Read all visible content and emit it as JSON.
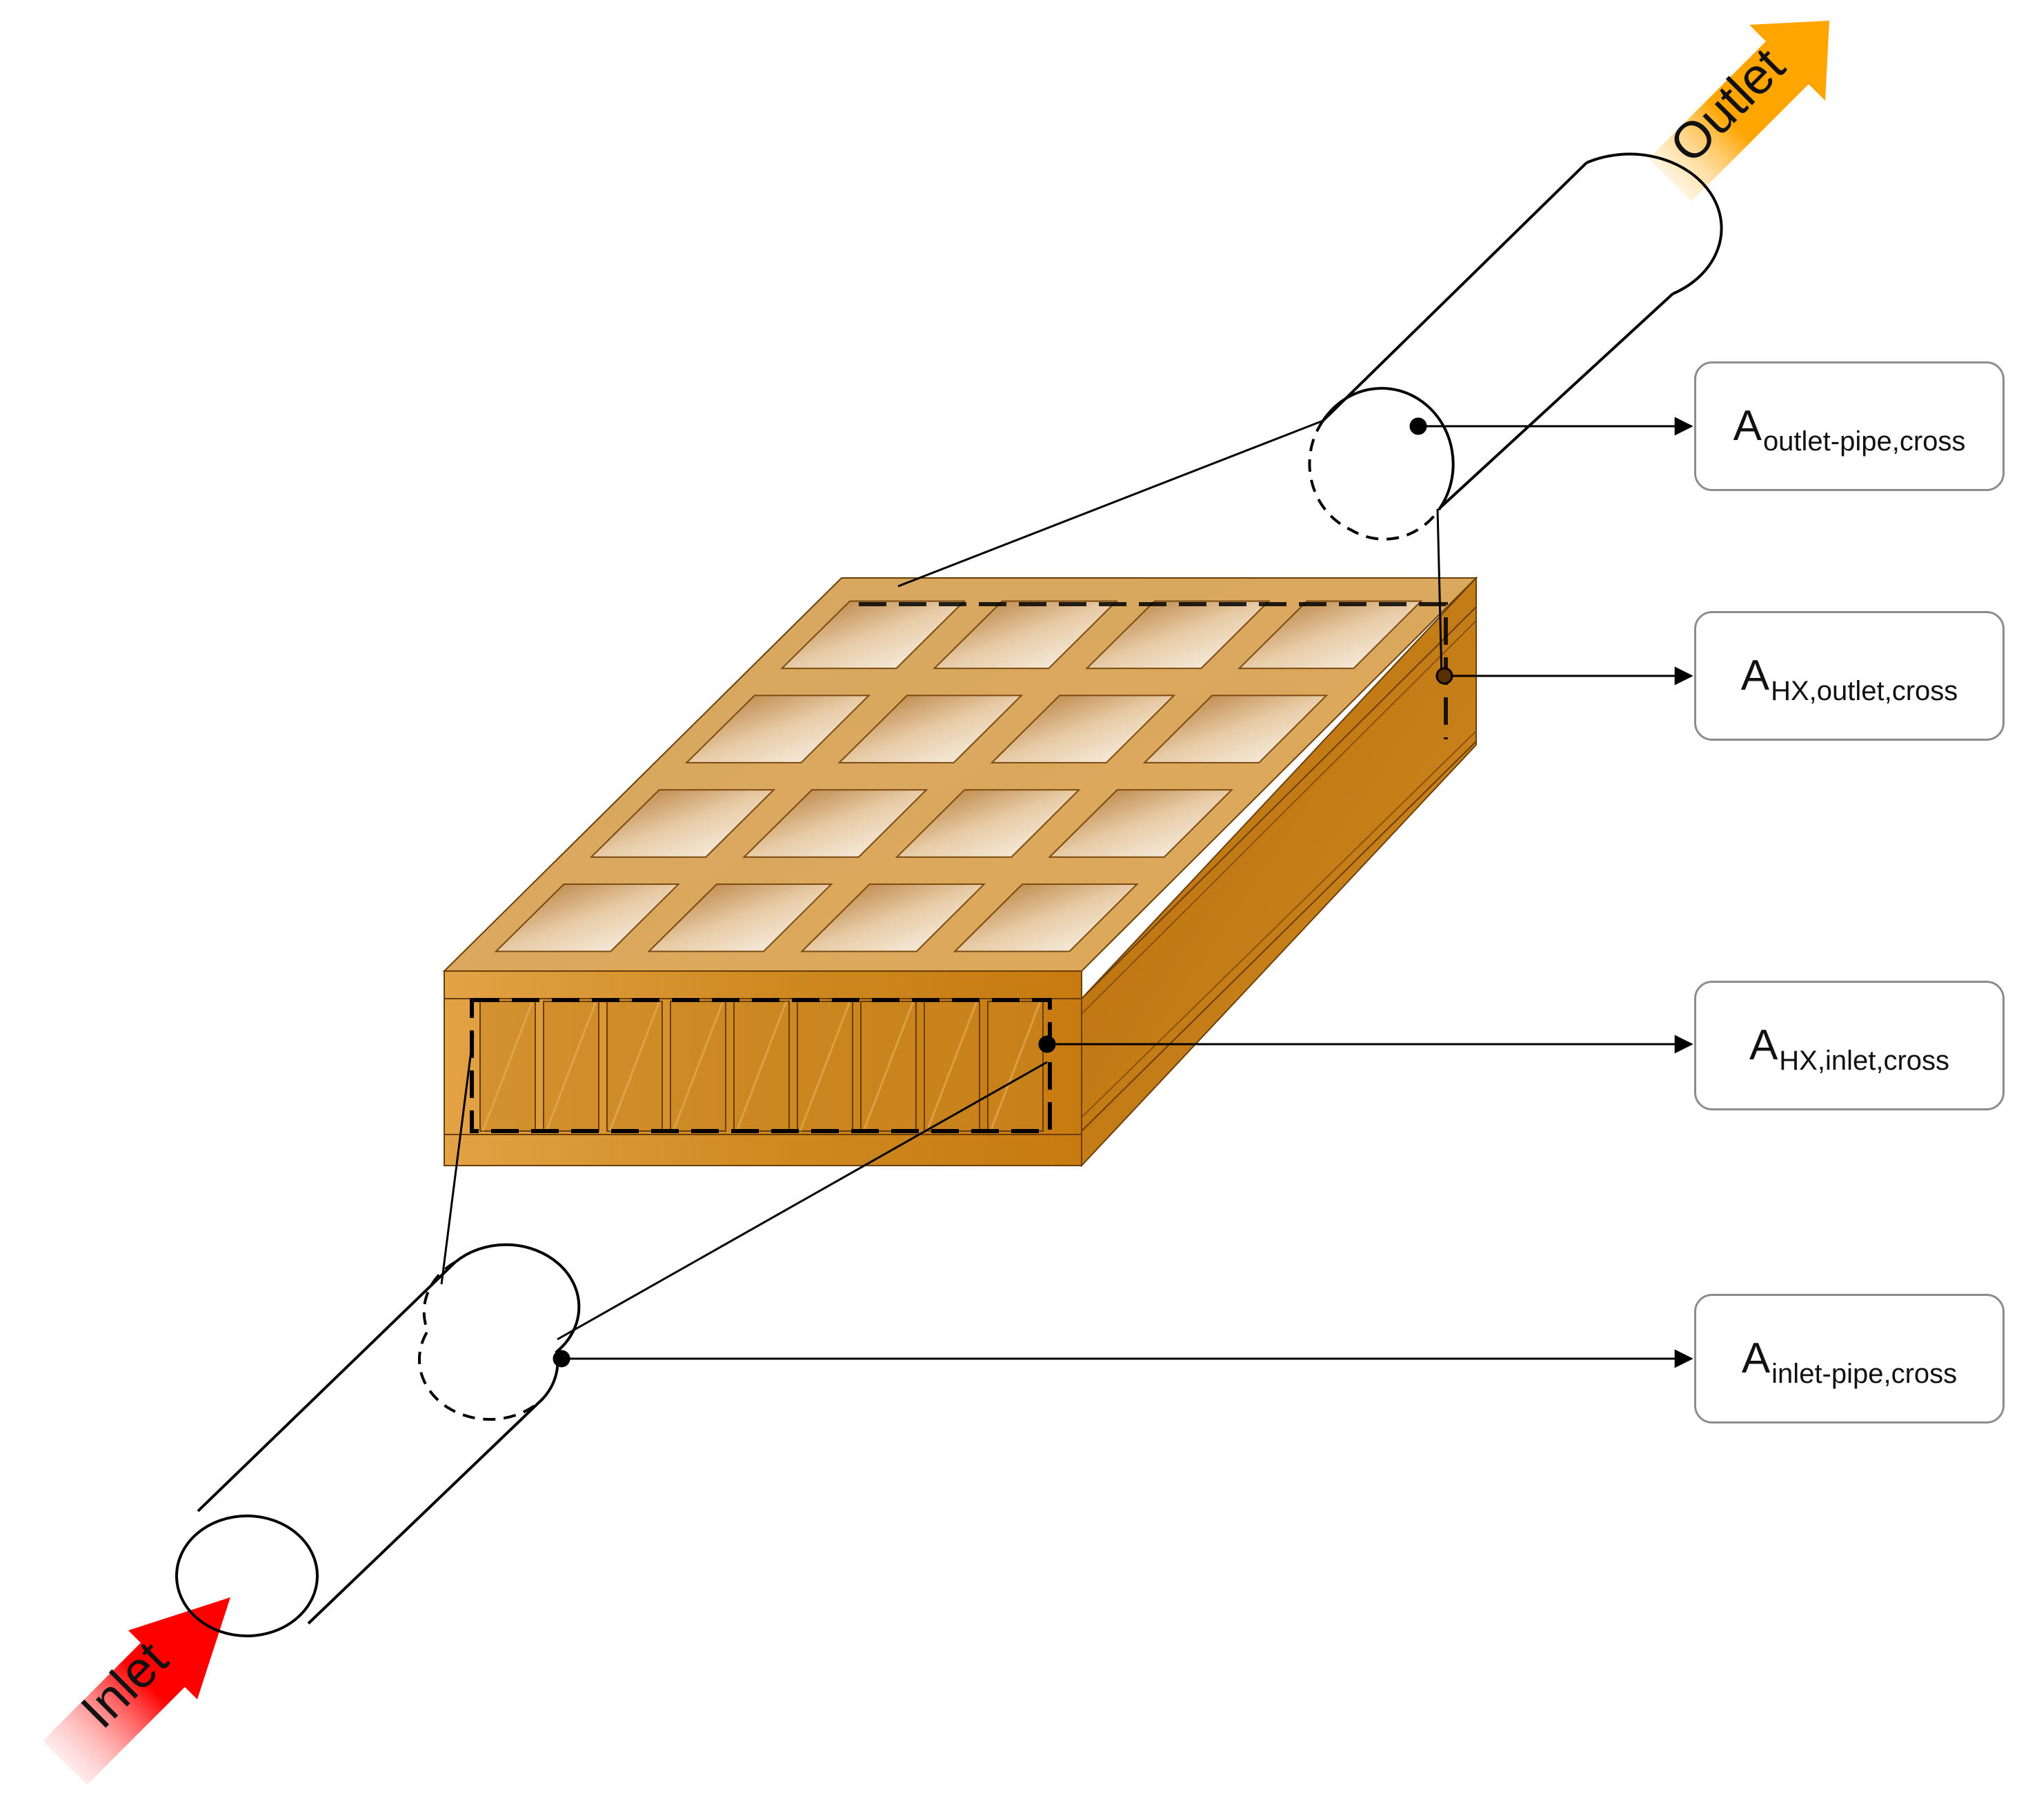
{
  "flow": {
    "inlet_label": "Inlet",
    "outlet_label": "Outlet",
    "inlet_color": "#ff0000",
    "outlet_color": "#ffa500"
  },
  "heat_exchanger": {
    "color": "#d4901c",
    "top_plate_grid": "4 x 4",
    "channel_count": 9
  },
  "labels": {
    "outlet_pipe": {
      "symbol": "A",
      "subscript": "outlet-pipe,cross"
    },
    "hx_outlet": {
      "symbol": "A",
      "subscript": "HX,outlet,cross"
    },
    "hx_inlet": {
      "symbol": "A",
      "subscript": "HX,inlet,cross"
    },
    "inlet_pipe": {
      "symbol": "A",
      "subscript": "inlet-pipe,cross"
    }
  }
}
